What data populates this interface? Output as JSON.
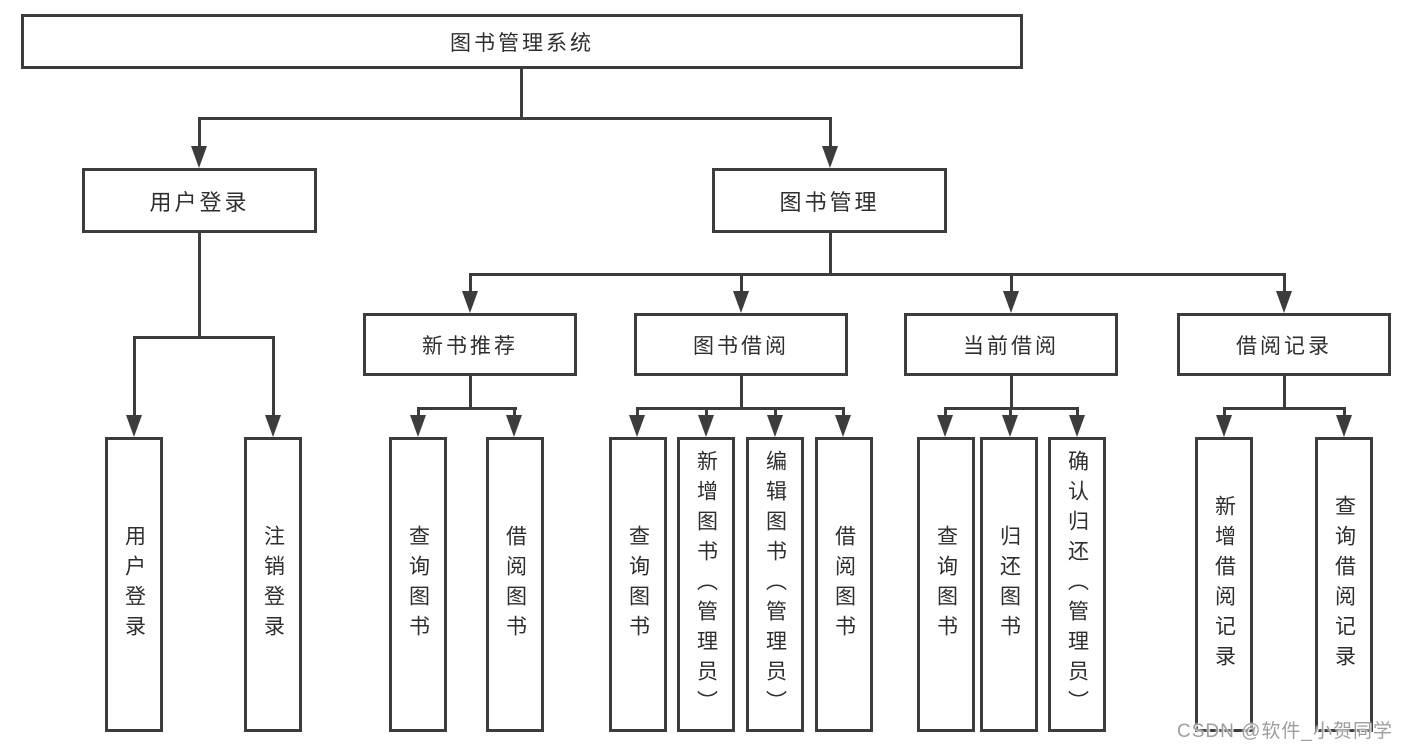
{
  "tree": {
    "label": "图书管理系统",
    "children": [
      {
        "label": "用户登录",
        "children": [
          {
            "label": "用户登录"
          },
          {
            "label": "注销登录"
          }
        ]
      },
      {
        "label": "图书管理",
        "children": [
          {
            "label": "新书推荐",
            "children": [
              {
                "label": "查询图书"
              },
              {
                "label": "借阅图书"
              }
            ]
          },
          {
            "label": "图书借阅",
            "children": [
              {
                "label": "查询图书"
              },
              {
                "label": "新增图书（管理员）"
              },
              {
                "label": "编辑图书（管理员）"
              },
              {
                "label": "借阅图书"
              }
            ]
          },
          {
            "label": "当前借阅",
            "children": [
              {
                "label": "查询图书"
              },
              {
                "label": "归还图书"
              },
              {
                "label": "确认归还（管理员）"
              }
            ]
          },
          {
            "label": "借阅记录",
            "children": [
              {
                "label": "新增借阅记录"
              },
              {
                "label": "查询借阅记录"
              }
            ]
          }
        ]
      }
    ]
  },
  "watermark": "CSDN @软件_小贺同学",
  "colors": {
    "line": "#3c3c3c",
    "text": "#2e2e2e",
    "watermark": "#9e9e9e",
    "background": "#ffffff"
  }
}
